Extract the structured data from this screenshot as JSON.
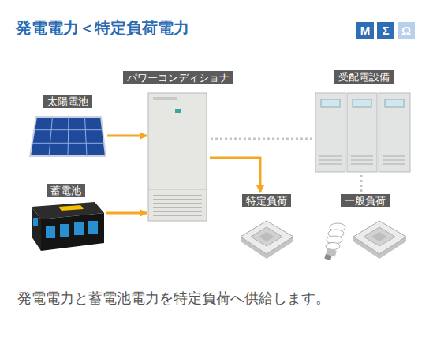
{
  "diagram": {
    "title": "発電電力＜特定負荷電力",
    "caption": "発電電力と蓄電池電力を特定負荷へ供給します。",
    "nodes": [
      {
        "text": [
          "太陽電池"
        ]
      },
      {
        "text": [
          "蓄電池"
        ]
      },
      {
        "text": [
          "パワーコンディショナ"
        ]
      },
      {
        "text": [
          "受配電設備"
        ]
      },
      {
        "text": [
          "特定負荷"
        ]
      },
      {
        "text": [
          "一般負荷"
        ]
      }
    ],
    "edges": [
      {
        "from": 0,
        "to": 2,
        "arrow": "to"
      },
      {
        "from": 1,
        "to": 2,
        "arrow": "to"
      },
      {
        "from": 2,
        "to": 4,
        "arrow": "to"
      },
      {
        "from": 2,
        "to": 3,
        "arrow": "none"
      },
      {
        "from": 3,
        "to": 5,
        "arrow": "none"
      }
    ],
    "labels": [
      "M",
      "Σ",
      "Ω"
    ]
  }
}
